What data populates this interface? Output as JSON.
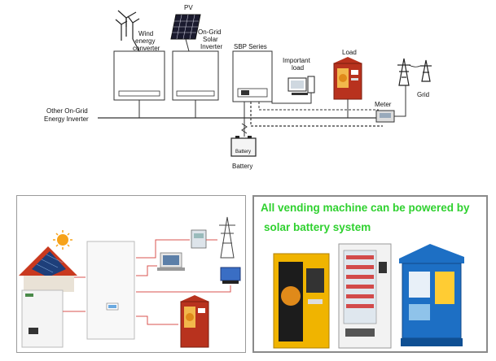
{
  "top": {
    "wind_label_1": "Wind",
    "wind_label_2": "energy",
    "wind_label_3": "converter",
    "pv_label": "PV",
    "ongrid_label_1": "On-Grid",
    "ongrid_label_2": "Solar",
    "ongrid_label_3": "Inverter",
    "sbp_label": "SBP Series",
    "important_label_1": "Important",
    "important_label_2": "load",
    "load_label": "Load",
    "meter_label": "Meter",
    "grid_label": "Grid",
    "other_label_1": "Other On-Grid",
    "other_label_2": "Energy Inverter",
    "battery_label": "Battery",
    "battery_box_text": "Battery"
  },
  "bottom_right": {
    "line1": "All vending machine can be powered by",
    "line2": "solar battery system"
  },
  "colors": {
    "green_text": "#2fd12f",
    "vending_yellow": "#f0b400",
    "vending_blue": "#1d6fc4",
    "arrow_red": "#d9534f",
    "load_red": "#b8321e"
  }
}
